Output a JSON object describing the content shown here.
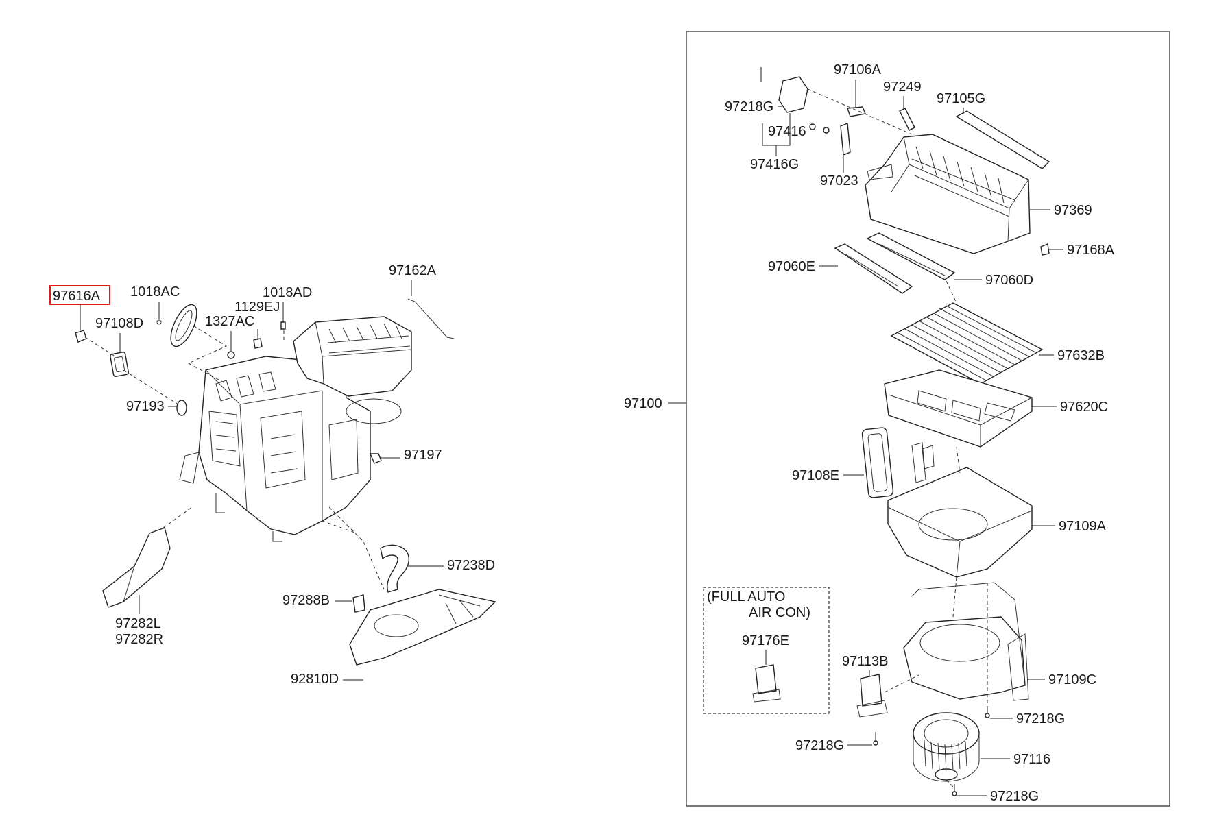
{
  "diagram": {
    "highlighted_part": "97616A",
    "highlight_color": "#e0191b",
    "left_labels": {
      "p97616A": "97616A",
      "p1018AC": "1018AC",
      "p97108D": "97108D",
      "p1327AC": "1327AC",
      "p1129EJ": "1129EJ",
      "p1018AD": "1018AD",
      "p97162A": "97162A",
      "p97193": "97193",
      "p97197": "97197",
      "p97238D": "97238D",
      "p97282L": "97282L",
      "p97282R": "97282R",
      "p97288B": "97288B",
      "p92810D": "92810D"
    },
    "right_labels": {
      "p97100": "97100",
      "p97106A": "97106A",
      "p97249": "97249",
      "p97105G": "97105G",
      "p97218G_top": "97218G",
      "p97416": "97416",
      "p97416G": "97416G",
      "p97023": "97023",
      "p97369": "97369",
      "p97168A": "97168A",
      "p97060E": "97060E",
      "p97060D": "97060D",
      "p97632B": "97632B",
      "p97620C": "97620C",
      "p97108E": "97108E",
      "p97109A": "97109A",
      "p97176E": "97176E",
      "p97113B": "97113B",
      "p97109C": "97109C",
      "p97218G_a": "97218G",
      "p97218G_b": "97218G",
      "p97116": "97116",
      "p97218G_c": "97218G"
    },
    "option_box": {
      "line1": "(FULL AUTO",
      "line2": "AIR CON)"
    }
  }
}
